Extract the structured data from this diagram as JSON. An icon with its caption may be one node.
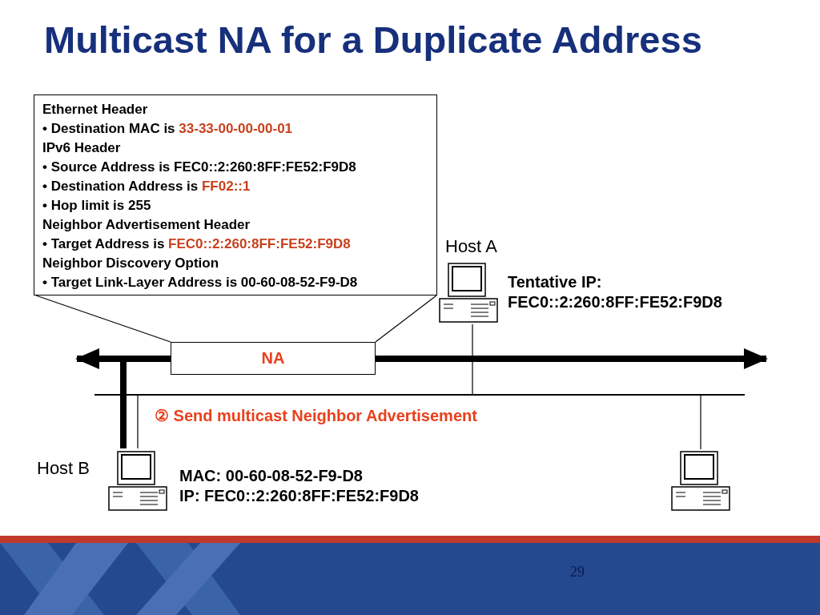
{
  "diagram": {
    "title": "Multicast NA for a Duplicate Address",
    "nodes": [
      {
        "text": [
          "Ethernet Header",
          "• Destination MAC is **33-33-00-00-00-01**",
          "IPv6 Header",
          "• Source Address is FEC0::2:260:8FF:FE52:F9D8",
          "• Destination Address is **FF02::1**",
          "• Hop limit is 255",
          "Neighbor Advertisement Header",
          "• Target Address is **FEC0::2:260:8FF:FE52:F9D8**",
          "Neighbor Discovery Option",
          "• Target Link-Layer Address is 00-60-08-52-F9-D8"
        ]
      },
      {
        "text": [
          "NA"
        ]
      },
      {
        "text": [
          "Host A"
        ],
        "beside": [
          "Tentative IP: FEC0::2:260:8FF:FE52:F9D8"
        ]
      },
      {
        "text": [
          "Host B"
        ],
        "beside": [
          "MAC: 00-60-08-52-F9-D8",
          "IP: FEC0::2:260:8FF:FE52:F9D8"
        ]
      },
      {
        "text": [],
        "shape": "computer"
      },
      {
        "text": [],
        "shape": "bar"
      }
    ],
    "edges": [
      {
        "from": 0,
        "to": 1,
        "arrow": "none"
      },
      {
        "from": 2,
        "to": 5,
        "arrow": "none"
      },
      {
        "from": 3,
        "to": 5,
        "arrow": "none"
      },
      {
        "from": 4,
        "to": 5,
        "arrow": "none"
      },
      {
        "from": 3,
        "to": null,
        "arrow": "to",
        "style": "thick"
      },
      {
        "from": 3,
        "to": 1,
        "arrow": "none",
        "style": "thick"
      },
      {
        "from": 1,
        "to": null,
        "arrow": "to",
        "style": "thick"
      }
    ],
    "labels": [
      "② Send multicast Neighbor Advertisement",
      "29"
    ]
  }
}
